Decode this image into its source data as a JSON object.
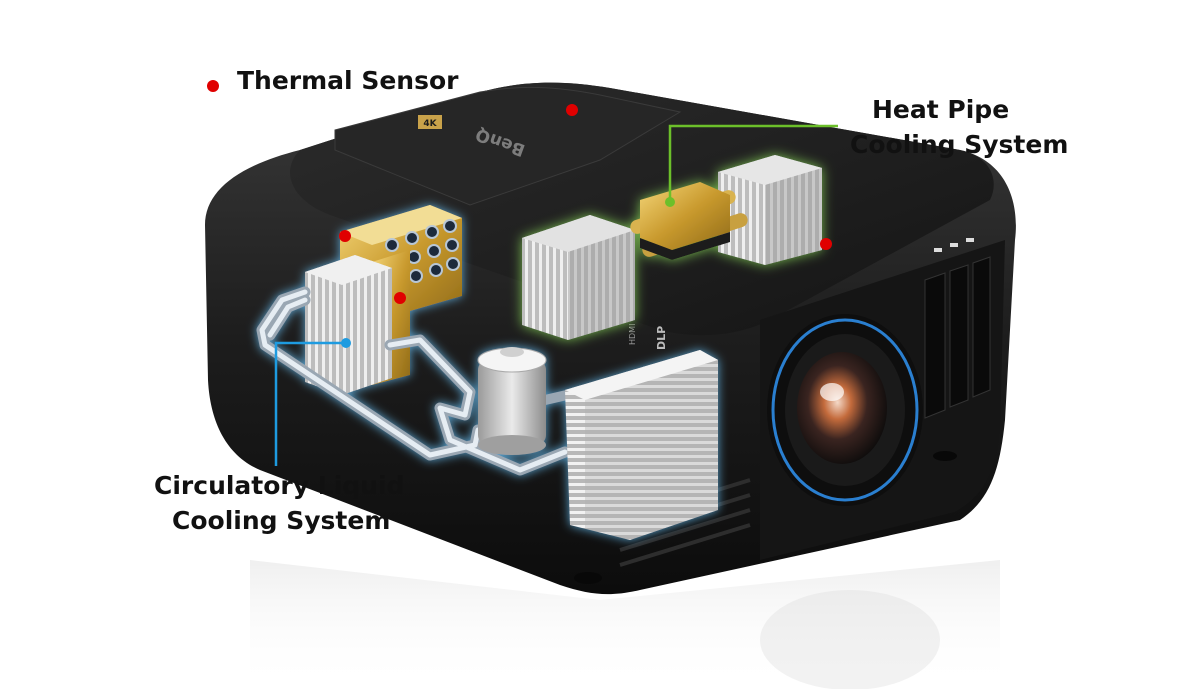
{
  "labels": {
    "thermal_sensor": "Thermal Sensor",
    "heat_pipe": [
      "Heat Pipe",
      "Cooling System"
    ],
    "liquid_cooling": [
      "Circulatory Liquid",
      "Cooling System"
    ]
  },
  "product_markings": {
    "brand": "BenQ",
    "badge_4k": "4K",
    "dlp": "DLP",
    "hdmi": "HDMI"
  },
  "colors": {
    "thermal_sensor_dot": "#e00000",
    "heat_pipe_callout": "#6cbf2a",
    "liquid_callout": "#1e9be0",
    "projector_body": "#1b1b1b",
    "lens_ring": "#2a7fd0"
  }
}
